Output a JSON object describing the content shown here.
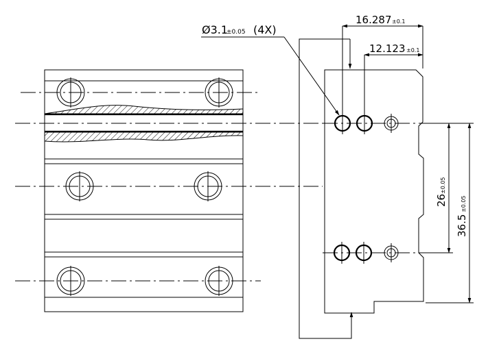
{
  "drawing": {
    "hole_callout": {
      "main": "Ø3.1",
      "tol": "±0.05",
      "count": "(4X)"
    },
    "dim_top_1": {
      "value": "16.287",
      "tol": "±0.1"
    },
    "dim_top_2": {
      "value": "12.123",
      "tol": "±0.1"
    },
    "dim_right_1": {
      "value": "26",
      "tol": "±0.05"
    },
    "dim_right_2": {
      "value": "36.5",
      "tol": "±0.05"
    }
  }
}
